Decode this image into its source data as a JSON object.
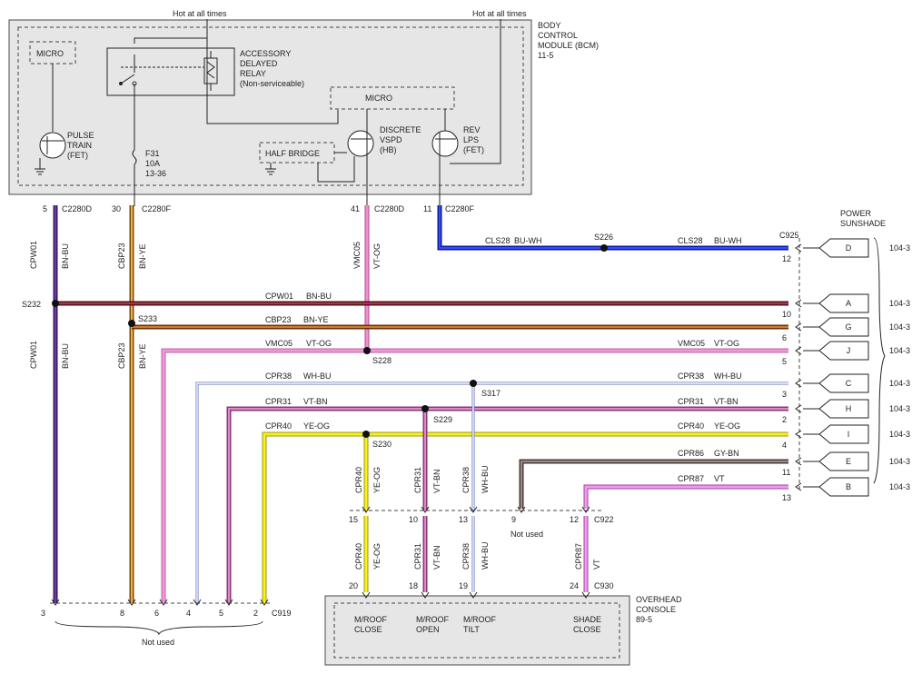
{
  "colors": {
    "BN-BU": "#5a2a86",
    "BN-YE": "#e8a33b",
    "VT-OG": "#e88cc8",
    "BU-WH": "#1a2ad6",
    "CPW01": "#7a1f2a",
    "CBP23": "#8b4513",
    "WH-BU": "#bfc3e8",
    "VT-BN": "#d274b6",
    "YE-OG": "#f3ee18",
    "GY-BN": "#7a6a66",
    "VT": "#e07ce0"
  },
  "bcm": {
    "hot1": "Hot at all times",
    "hot2": "Hot at all times",
    "title1": "BODY",
    "title2": "CONTROL",
    "title3": "MODULE (BCM)",
    "title4": "11-5",
    "micro_left": "MICRO",
    "relay1": "ACCESSORY",
    "relay2": "DELAYED",
    "relay3": "RELAY",
    "relay4": "(Non-serviceable)",
    "micro_center": "MICRO",
    "half_bridge": "HALF BRIDGE",
    "pulse1": "PULSE",
    "pulse2": "TRAIN",
    "pulse3": "(FET)",
    "fuse1": "F31",
    "fuse2": "10A",
    "fuse3": "13-36",
    "disc1": "DISCRETE",
    "disc2": "VSPD",
    "disc3": "(HB)",
    "rev1": "REV",
    "rev2": "LPS",
    "rev3": "(FET)"
  },
  "bcm_pins": {
    "p5": "5",
    "c5": "C2280D",
    "p30": "30",
    "c30": "C2280F",
    "p41": "41",
    "c41": "C2280D",
    "p11": "11",
    "c11": "C2280F"
  },
  "wire_labels": {
    "cpw01_v": "CPW01",
    "bnbu_v": "BN-BU",
    "cbp23_v": "CBP23",
    "bnye_v": "BN-YE",
    "vmc05_v": "VMC05",
    "vtog_v": "VT-OG",
    "cpw01_v2": "CPW01",
    "bnbu_v2": "BN-BU",
    "cbp23_v2": "CBP23",
    "bnye_v2": "BN-YE",
    "cls28_l": "CLS28",
    "buwh_l": "BU-WH",
    "s226": "S226",
    "cls28_r": "CLS28",
    "buwh_r": "BU-WH",
    "s232": "S232",
    "cpw01_h": "CPW01",
    "bnbu_h": "BN-BU",
    "s233": "S233",
    "cbp23_h": "CBP23",
    "bnye_h": "BN-YE",
    "vmc05_h": "VMC05",
    "vtog_h": "VT-OG",
    "vmc05_r": "VMC05",
    "vtog_r": "VT-OG",
    "s228": "S228",
    "cpr38_h": "CPR38",
    "whbu_h": "WH-BU",
    "cpr38_r": "CPR38",
    "whbu_r": "WH-BU",
    "s317": "S317",
    "cpr31_h": "CPR31",
    "vtbn_h": "VT-BN",
    "cpr31_r": "CPR31",
    "vtbn_r": "VT-BN",
    "s229": "S229",
    "cpr40_h": "CPR40",
    "yeog_h": "YE-OG",
    "cpr40_r": "CPR40",
    "yeog_r": "YE-OG",
    "s230": "S230",
    "cpr86_r": "CPR86",
    "gybn_r": "GY-BN",
    "cpr87_r": "CPR87",
    "vt_r": "VT",
    "v_cpr40": "CPR40",
    "v_yeog": "YE-OG",
    "v_cpr31": "CPR31",
    "v_vtbn": "VT-BN",
    "v_cpr38": "CPR38",
    "v_whbu": "WH-BU",
    "v2_cpr40": "CPR40",
    "v2_yeog": "YE-OG",
    "v2_cpr31": "CPR31",
    "v2_vtbn": "VT-BN",
    "v2_cpr38": "CPR38",
    "v2_whbu": "WH-BU",
    "v2_cpr87": "CPR87",
    "v2_vt": "VT"
  },
  "sunshade": {
    "title1": "POWER",
    "title2": "SUNSHADE",
    "c925": "C925",
    "pins": [
      "12",
      "10",
      "6",
      "5",
      "3",
      "2",
      "4",
      "11",
      "13"
    ],
    "letters": [
      "D",
      "A",
      "G",
      "J",
      "C",
      "H",
      "I",
      "E",
      "B"
    ],
    "refs": [
      "104-3",
      "104-3",
      "104-3",
      "104-3",
      "104-3",
      "104-3",
      "104-3",
      "104-3",
      "104-3"
    ]
  },
  "c922": {
    "pins": [
      "15",
      "10",
      "13",
      "9",
      "12"
    ],
    "name": "C922",
    "not_used": "Not used"
  },
  "c919": {
    "pins": [
      "3",
      "8",
      "6",
      "4",
      "5",
      "2"
    ],
    "name": "C919",
    "not_used": "Not used"
  },
  "console": {
    "pins": [
      "20",
      "18",
      "19",
      "24"
    ],
    "c930": "C930",
    "title1": "OVERHEAD",
    "title2": "CONSOLE",
    "title3": "89-5",
    "sw1a": "M/ROOF",
    "sw1b": "CLOSE",
    "sw2a": "M/ROOF",
    "sw2b": "OPEN",
    "sw3a": "M/ROOF",
    "sw3b": "TILT",
    "sw4a": "SHADE",
    "sw4b": "CLOSE"
  }
}
